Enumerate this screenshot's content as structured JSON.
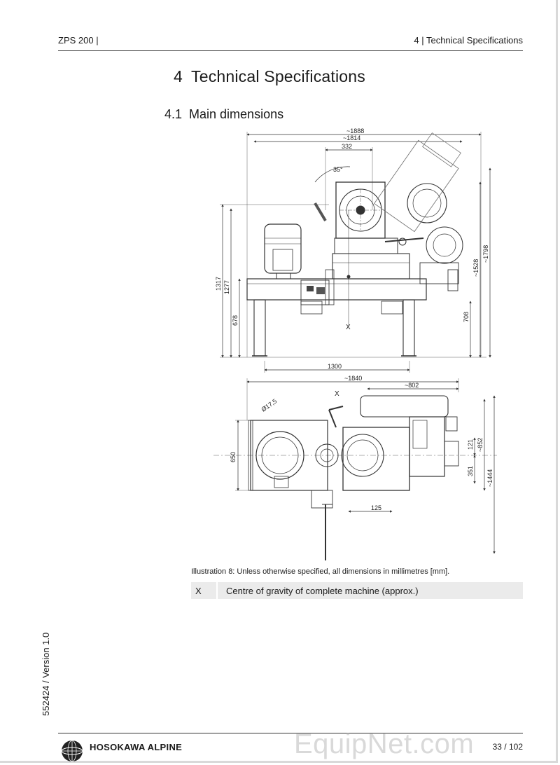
{
  "header": {
    "left": "ZPS 200 |",
    "right": "4 | Technical Specifications"
  },
  "chapter": {
    "number": "4",
    "title": "Technical Specifications"
  },
  "section": {
    "number": "4.1",
    "title": "Main dimensions"
  },
  "drawing": {
    "side_view": {
      "dim_overall_width": "~1888",
      "dim_upper_width": "~1814",
      "dim_332": "332",
      "dim_angle": "35°",
      "dim_1317": "1317",
      "dim_1277": "1277",
      "dim_678": "678",
      "dim_708": "708",
      "dim_1528": "~1528",
      "dim_1798": "~1798",
      "dim_1300": "1300",
      "cog_label": "X"
    },
    "top_view": {
      "dim_1840": "~1840",
      "dim_802": "~802",
      "dim_diameter": "Ø17,5",
      "dim_650": "650",
      "dim_121": "121",
      "dim_852": "~852",
      "dim_351": "351",
      "dim_1444": "~1444",
      "dim_125": "125",
      "cog_label": "X"
    }
  },
  "caption": "Illustration 8: Unless otherwise specified, all dimensions in millimetres [mm].",
  "legend": [
    {
      "key": "X",
      "description": "Centre of gravity of complete machine (approx.)"
    }
  ],
  "doc_version": "552424 / Version 1.0",
  "footer": {
    "company": "HOSOKAWA ALPINE",
    "page": "33 / 102"
  },
  "watermark": "EquipNet.com"
}
